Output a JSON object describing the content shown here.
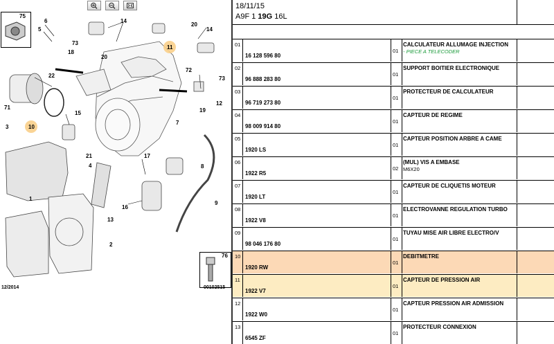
{
  "diagram": {
    "callouts": [
      "75",
      "6",
      "5",
      "73",
      "18",
      "14",
      "20",
      "11",
      "20",
      "14",
      "73",
      "72",
      "76",
      "22",
      "71",
      "10",
      "15",
      "3",
      "21",
      "4",
      "12",
      "19",
      "7",
      "8",
      "17",
      "16",
      "13",
      "9",
      "1",
      "2"
    ],
    "footer_left": "12/2014",
    "footer_right": "00102515",
    "zoom_icons": [
      "zoom-in-icon",
      "zoom-out-icon",
      "fit-page-icon"
    ]
  },
  "header": {
    "date": "18/11/15",
    "model_prefix": "A9F 1",
    "model_bold": "19G",
    "model_suffix": "16L"
  },
  "parts": [
    {
      "idx": "01",
      "ref": "16 128 596 80",
      "qty": "01",
      "desc": "CALCULATEUR ALLUMAGE INJECTION",
      "sub": "- PIECE A TELECODER",
      "sub_style": "green",
      "hl": ""
    },
    {
      "idx": "02",
      "ref": "96 888 283 80",
      "qty": "01",
      "desc": "SUPPORT BOITIER ELECTRONIQUE",
      "sub": "",
      "sub_style": "",
      "hl": ""
    },
    {
      "idx": "03",
      "ref": "96 719 273 80",
      "qty": "01",
      "desc": "PROTECTEUR DE CALCULATEUR",
      "sub": "",
      "sub_style": "",
      "hl": ""
    },
    {
      "idx": "04",
      "ref": "98 009 914 80",
      "qty": "01",
      "desc": "CAPTEUR DE REGIME",
      "sub": "",
      "sub_style": "",
      "hl": ""
    },
    {
      "idx": "05",
      "ref": "1920 LS",
      "qty": "01",
      "desc": "CAPTEUR POSITION ARBRE A CAME",
      "sub": "",
      "sub_style": "",
      "hl": ""
    },
    {
      "idx": "06",
      "ref": "1922 R5",
      "qty": "02",
      "desc": "(MUL) VIS A EMBASE",
      "sub": "M6X20",
      "sub_style": "",
      "hl": ""
    },
    {
      "idx": "07",
      "ref": "1920 LT",
      "qty": "01",
      "desc": "CAPTEUR DE CLIQUETIS MOTEUR",
      "sub": "",
      "sub_style": "",
      "hl": ""
    },
    {
      "idx": "08",
      "ref": "1922 V8",
      "qty": "01",
      "desc": "ELECTROVANNE REGULATION TURBO",
      "sub": "",
      "sub_style": "",
      "hl": ""
    },
    {
      "idx": "09",
      "ref": "98 046 176 80",
      "qty": "01",
      "desc": "TUYAU MISE AIR LIBRE ELECTRO/V",
      "sub": "",
      "sub_style": "",
      "hl": ""
    },
    {
      "idx": "10",
      "ref": "1920 RW",
      "qty": "01",
      "desc": "DEBITMETRE",
      "sub": "",
      "sub_style": "",
      "hl": "orange"
    },
    {
      "idx": "11",
      "ref": "1922 V7",
      "qty": "01",
      "desc": "CAPTEUR DE PRESSION AIR",
      "sub": "",
      "sub_style": "",
      "hl": "yellow"
    },
    {
      "idx": "12",
      "ref": "1922 W0",
      "qty": "01",
      "desc": "CAPTEUR PRESSION AIR ADMISSION",
      "sub": "",
      "sub_style": "",
      "hl": ""
    },
    {
      "idx": "13",
      "ref": "6545 ZF",
      "qty": "01",
      "desc": "PROTECTEUR CONNEXION",
      "sub": "",
      "sub_style": "",
      "hl": ""
    }
  ],
  "colors": {
    "highlight_orange": "#fcd9b6",
    "highlight_yellow": "#fdecc2",
    "green_note": "#1a9a3a"
  }
}
